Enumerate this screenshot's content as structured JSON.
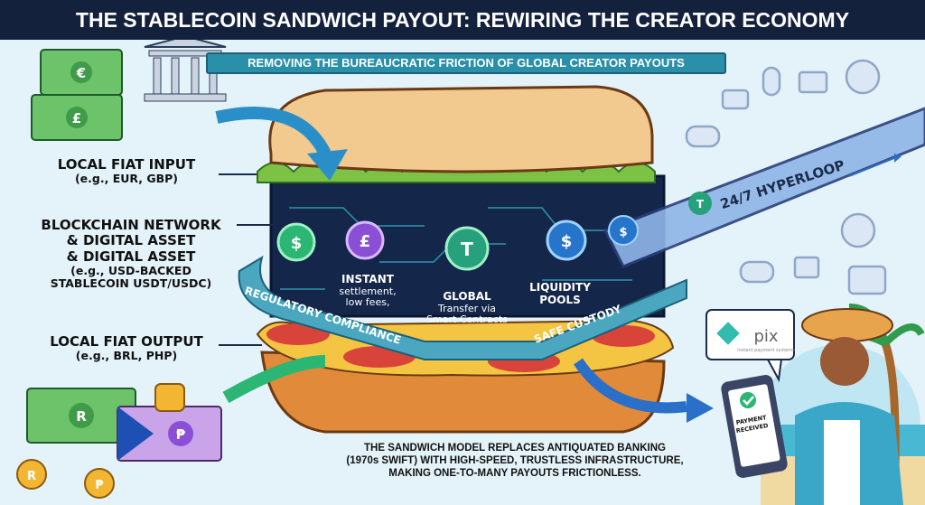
{
  "title": "THE STABLECOIN SANDWICH PAYOUT: REWIRING THE CREATOR ECONOMY",
  "subtitle": "REMOVING THE BUREAUCRATIC FRICTION OF GLOBAL CREATOR PAYOUTS",
  "labels": {
    "input": {
      "heading": "LOCAL FIAT INPUT",
      "sub": "(e.g., EUR, GBP)"
    },
    "network": {
      "heading1": "BLOCKCHAIN NETWORK",
      "heading2": "& DIGITAL ASSET",
      "heading3": "& DIGITAL ASSET",
      "sub1": "(e.g., USD-BACKED",
      "sub2": "STABLECOIN USDT/USDC)"
    },
    "output": {
      "heading": "LOCAL FIAT OUTPUT",
      "sub": "(e.g., BRL, PHP)"
    }
  },
  "layer": {
    "instant": {
      "h": "INSTANT",
      "l1": "settlement,",
      "l2": "low fees,"
    },
    "global": {
      "h": "GLOBAL",
      "l1": "Transfer via",
      "l2": "Smart Contracts"
    },
    "liquidity": {
      "l1": "LIQUIDITY",
      "l2": "POOLS"
    },
    "ribbon_left": "REGULATORY COMPLIANCE",
    "ribbon_right": "SAFE CUSTODY"
  },
  "coins": {
    "dollar": "$",
    "pound": "£",
    "tether": "T",
    "euro": "€",
    "real": "R",
    "peso": "₱"
  },
  "hyperloop": "24/7 HYPERLOOP",
  "pix": {
    "logo": "pix",
    "tagline": "instant payment systems"
  },
  "phone": {
    "l1": "PAYMENT",
    "l2": "RECEIVED"
  },
  "bottom": {
    "l1": "THE SANDWICH MODEL REPLACES ANTIQUATED BANKING",
    "l2": "(1970s SWIFT) WITH HIGH-SPEED, TRUSTLESS INFRASTRUCTURE,",
    "l3": "MAKING ONE-TO-MANY PAYOUTS FRICTIONLESS."
  },
  "colors": {
    "navy": "#14213d",
    "teal": "#2a8fa8",
    "bread": "#f2c98f",
    "lettuce": "#7cc244",
    "layer": "#14264a"
  }
}
